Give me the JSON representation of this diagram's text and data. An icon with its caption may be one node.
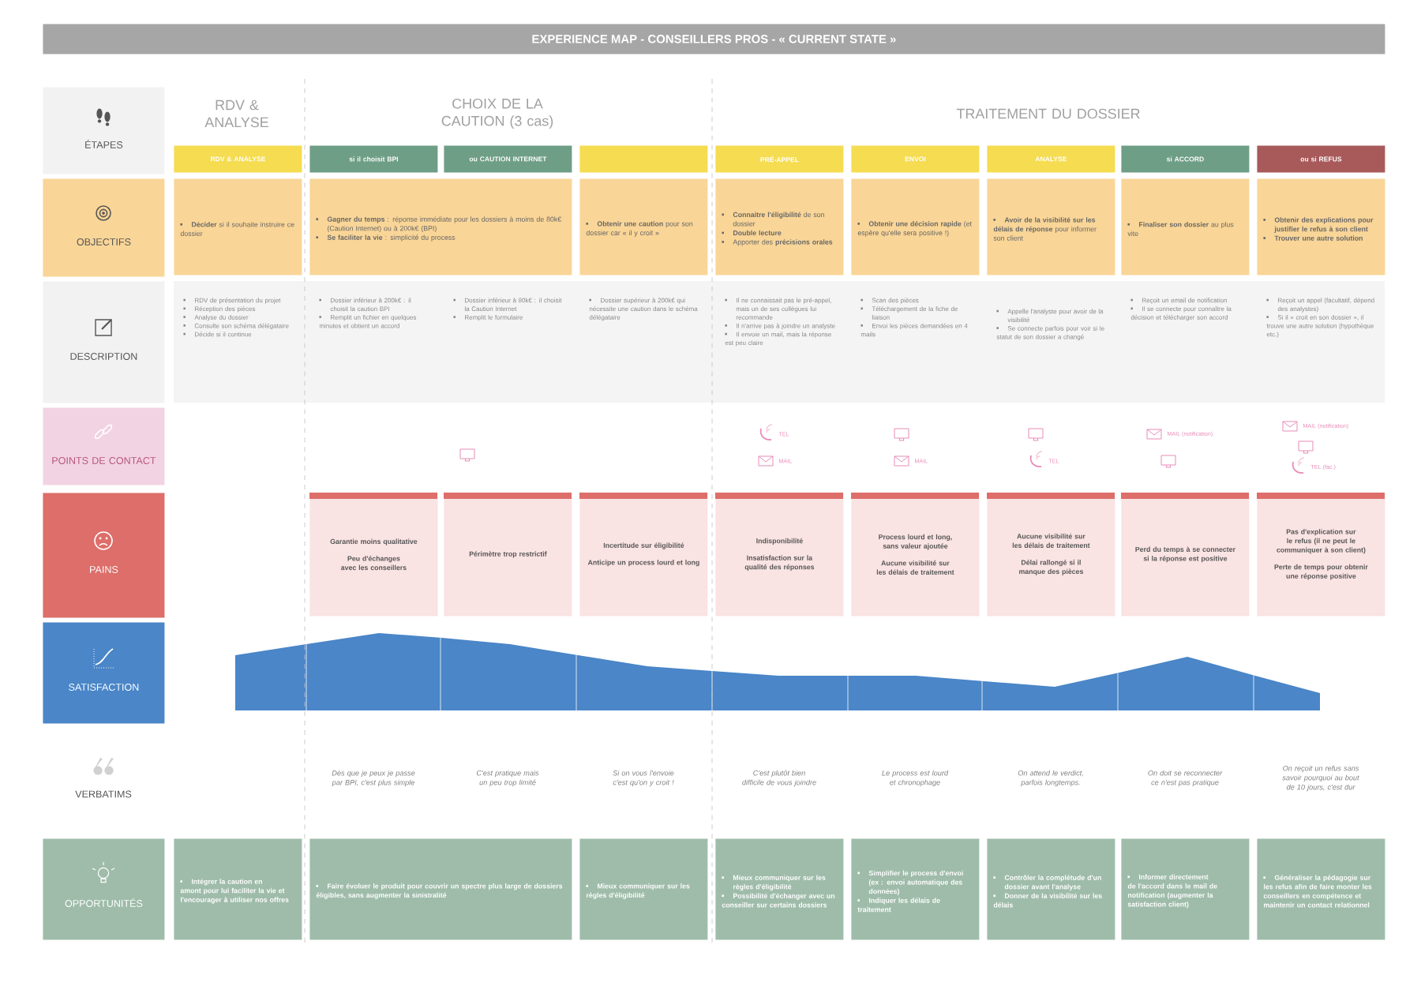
{
  "diagram": {
    "title": "EXPERIENCE MAP - CONSEILLERS PROS - « CURRENT STATE »",
    "nodes": [
      {
        "text": [
          "ÉTAPES"
        ]
      },
      {
        "text": [
          "RDV & ANALYSE"
        ]
      },
      {
        "text": [
          "si il choisit BPI"
        ]
      },
      {
        "text": [
          "ou CAUTION INTERNET"
        ]
      },
      {
        "text": [],
        "shape": "box"
      },
      {
        "text": [
          "PRÉ-APPEL"
        ]
      },
      {
        "text": [
          "ENVOI"
        ]
      },
      {
        "text": [
          "ANALYSE"
        ]
      },
      {
        "text": [
          "si ACCORD"
        ]
      },
      {
        "text": [
          "ou si REFUS"
        ]
      },
      {
        "text": [
          "OBJECTIFS"
        ]
      },
      {
        "text": [
          "**Décider** si il souhaite instruire ce dossier"
        ]
      },
      {
        "text": [
          "**Gagner du temps** : réponse immédiate pour les dossiers à moins de 80k€ (Caution Internet) ou à 200k€ (BPI)",
          "**Se faciliter la vie** : simplicité du process"
        ]
      },
      {
        "text": [
          "**Obtenir une caution** pour son dossier car « il y croit »"
        ]
      },
      {
        "text": [
          "**Connaitre l'éligibilité** de son dossier",
          "**Double lecture**",
          "Apporter des **précisions orales**"
        ]
      },
      {
        "text": [
          "**Obtenir une décision rapide** (et espère qu'elle sera positive !)"
        ]
      },
      {
        "text": [
          "**Avoir de la visibilité sur les délais de réponse** pour informer son client"
        ]
      },
      {
        "text": [
          "**Finaliser son dossier** au plus vite"
        ]
      },
      {
        "text": [
          "**Obtenir des explications pour justifier le refus à son client**",
          "**Trouver une autre solution**"
        ]
      },
      {
        "text": [
          "DESCRIPTION"
        ]
      },
      {
        "text": [
          "POINTS DE CONTACT"
        ]
      },
      {
        "text": [
          "PAINS"
        ]
      },
      {
        "text": [
          "Garantie moins qualitative",
          "Peu d'échanges avec les conseillers"
        ]
      },
      {
        "text": [
          "Périmètre trop restrictif"
        ]
      },
      {
        "text": [
          "Incertitude sur éligibilité",
          "Anticipe un process lourd et long"
        ]
      },
      {
        "text": [
          "Indisponibilité",
          "Insatisfaction sur la qualité des réponses"
        ]
      },
      {
        "text": [
          "Process lourd et long, sans valeur ajoutée",
          "Aucune visibilité sur les délais de traitement"
        ]
      },
      {
        "text": [
          "Aucune visibilité sur les délais de traitement",
          "Délai rallongé si il manque des pièces"
        ]
      },
      {
        "text": [
          "Perd du temps à se connecter si la réponse est positive"
        ]
      },
      {
        "text": [
          "Pas d'explication sur le refus (il ne peut le communiquer à son client)",
          "Perte de temps pour obtenir une réponse positive"
        ]
      },
      {
        "text": [
          "SATISFACTION"
        ]
      },
      {
        "text": [
          "VERBATIMS"
        ]
      },
      {
        "text": [
          "OPPORTUNITÉS"
        ]
      },
      {
        "text": [
          "Intégrer la caution en amont pour lui faciliter la vie et l'encourager à utiliser nos offres"
        ]
      },
      {
        "text": [
          "Faire évoluer le produit pour couvrir un spectre plus large de dossiers éligibles, sans augmenter la sinistralité"
        ]
      },
      {
        "text": [
          "Mieux communiquer sur les règles d'éligibilité"
        ]
      },
      {
        "text": [
          "Mieux communiquer sur les règles d'éligibilité",
          "Possibilité d'échanger avec un conseiller sur certains dossiers"
        ]
      },
      {
        "text": [
          "Simplifier le process d'envoi (ex : envoi automatique des données)",
          "Indiquer les délais de traitement"
        ]
      },
      {
        "text": [
          "Contrôler la complétude d'un dossier avant l'analyse",
          "Donner de la visibilité sur les délais"
        ]
      },
      {
        "text": [
          "Informer directement de l'accord dans le mail de notification (augmenter la satisfaction client)"
        ]
      },
      {
        "text": [
          "Généraliser la pédagogie sur les refus afin de faire monter les conseillers en compétence et maintenir un contact relationnel"
        ]
      }
    ],
    "labels": [
      "RDV & ANALYSE",
      "CHOIX DE LA CAUTION (3 cas)",
      "TRAITEMENT DU DOSSIER",
      "RDV de présentation du projet",
      "Réception des pièces",
      "Analyse du dossier",
      "Consulte son schéma délégataire",
      "Décide si il continue",
      "Dossier inférieur à 200k€ : il choisit la caution BPI",
      "Remplit un fichier en quelques minutes et obtient un accord",
      "Dossier inférieur à 80k€ : il choisit la Caution Internet",
      "Remplit le formulaire",
      "Dossier supérieur à 200k€ qui nécessite une caution dans le schéma délégataire",
      "Il ne connaissait pas le pré-appel, mais un de ses collègues lui recommande",
      "Il n'arrive pas à joindre un analyste",
      "Il envoie un mail, mais la réponse est peu claire",
      "Scan des pièces",
      "Téléchargement de la fiche de liaison",
      "Envoi les pièces demandées en 4 mails",
      "Appelle l'analyste pour avoir de la visibilité",
      "Se connecte parfois pour voir si le statut de son dossier a changé",
      "Reçoit un email de notification",
      "Il se connecte pour connaître la décision et télécharger son accord",
      "Reçoit un appel (facultatif, dépend des analystes)",
      "Si il « croit en son dossier », il trouve une autre solution (hypothèque etc.)",
      "TEL",
      "MAIL",
      "MAIL",
      "TEL",
      "MAIL (notification)",
      "MAIL (notification)",
      "TEL (fac.)",
      "Dès que je peux je passe par BPI, c'est plus simple",
      "C'est pratique mais un peu trop limité",
      "Si on vous l'envoie c'est qu'on y croit !",
      "C'est plutôt bien difficile de vous joindre",
      "Le process est lourd et chronophage",
      "On attend le verdict, parfois longtemps.",
      "On doit se reconnecter ce n'est pas pratique",
      "On reçoit un refus sans savoir pourquoi au bout de 10 jours, c'est dur"
    ]
  }
}
